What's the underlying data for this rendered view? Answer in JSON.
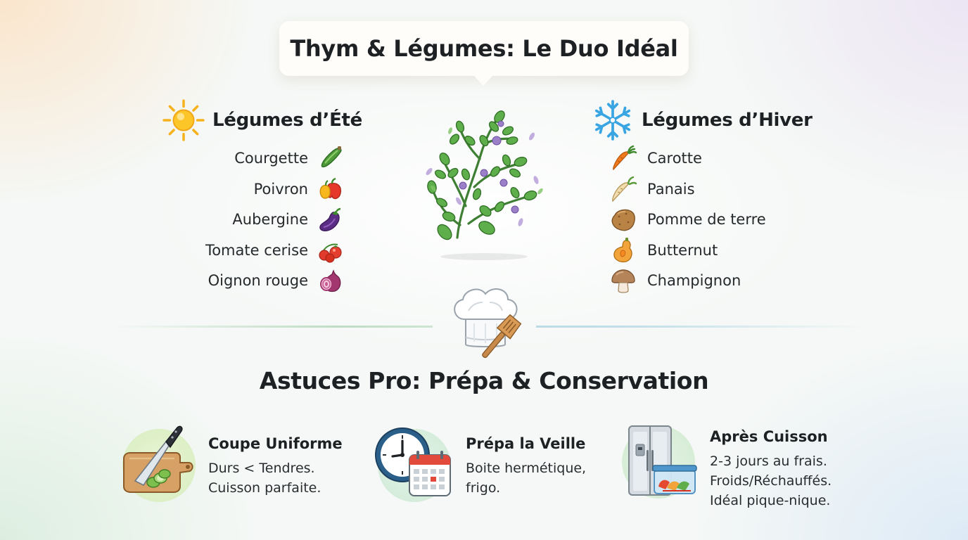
{
  "title": "Thym & Légumes: Le Duo Idéal",
  "summer": {
    "heading": "Légumes d’Été",
    "icon": "sun-icon",
    "items": [
      {
        "label": "Courgette",
        "icon": "zucchini-icon"
      },
      {
        "label": "Poivron",
        "icon": "bell-pepper-icon"
      },
      {
        "label": "Aubergine",
        "icon": "eggplant-icon"
      },
      {
        "label": "Tomate cerise",
        "icon": "cherry-tomato-icon"
      },
      {
        "label": "Oignon rouge",
        "icon": "red-onion-icon"
      }
    ]
  },
  "winter": {
    "heading": "Légumes d’Hiver",
    "icon": "snowflake-icon",
    "items": [
      {
        "label": "Carotte",
        "icon": "carrot-icon"
      },
      {
        "label": "Panais",
        "icon": "parsnip-icon"
      },
      {
        "label": "Pomme de terre",
        "icon": "potato-icon"
      },
      {
        "label": "Butternut",
        "icon": "butternut-icon"
      },
      {
        "label": "Champignon",
        "icon": "mushroom-icon"
      }
    ]
  },
  "center_icon": "thyme-sprig-icon",
  "divider_icon": "chef-hat-spatula-icon",
  "tips": {
    "heading": "Astuces Pro: Prépa & Conservation",
    "items": [
      {
        "title": "Coupe Uniforme",
        "lines": [
          "Durs < Tendres.",
          "Cuisson parfaite."
        ],
        "icon": "knife-cutting-board-icon"
      },
      {
        "title": "Prépa la Veille",
        "lines": [
          "Boite hermétique,",
          "frigo."
        ],
        "icon": "clock-calendar-icon"
      },
      {
        "title": "Après Cuisson",
        "lines": [
          "2-3 jours au frais.",
          "Froids/Réchauffés.",
          "Idéal pique-nique."
        ],
        "icon": "fridge-container-icon"
      }
    ]
  },
  "colors": {
    "heading": "#1e2124",
    "herb_green": "#4f9a45",
    "thyme_flower": "#9b7fc9"
  }
}
